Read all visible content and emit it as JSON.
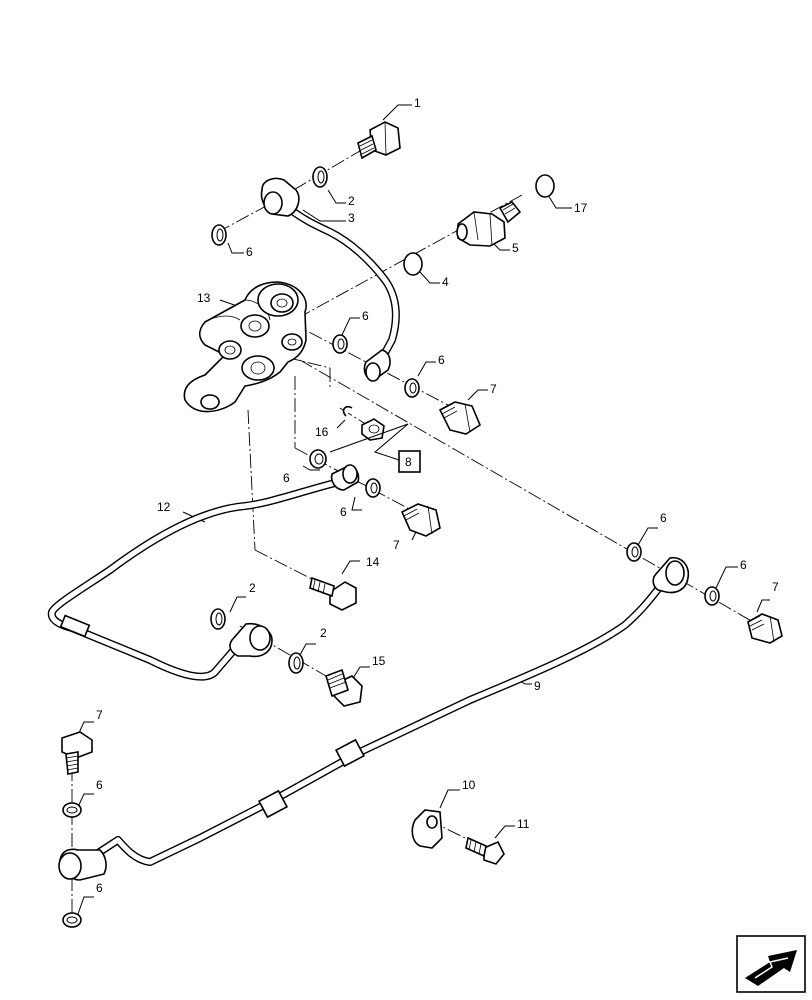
{
  "callouts": {
    "c1": "1",
    "c2a": "2",
    "c3": "3",
    "c6a": "6",
    "c17": "17",
    "c5": "5",
    "c4": "4",
    "c13": "13",
    "c6b": "6",
    "c6c": "6",
    "c7a": "7",
    "c16": "16",
    "c8": "8",
    "c6d": "6",
    "c6e": "6",
    "c7b": "7",
    "c12": "12",
    "c6f": "6",
    "c14": "14",
    "c6g": "6",
    "c7c": "7",
    "c2b": "2",
    "c2c": "2",
    "c15": "15",
    "c9": "9",
    "c7d": "7",
    "c6h": "6",
    "c10": "10",
    "c11": "11",
    "c6i": "6"
  },
  "icons": {
    "corner": "navigation-arrow-icon"
  }
}
